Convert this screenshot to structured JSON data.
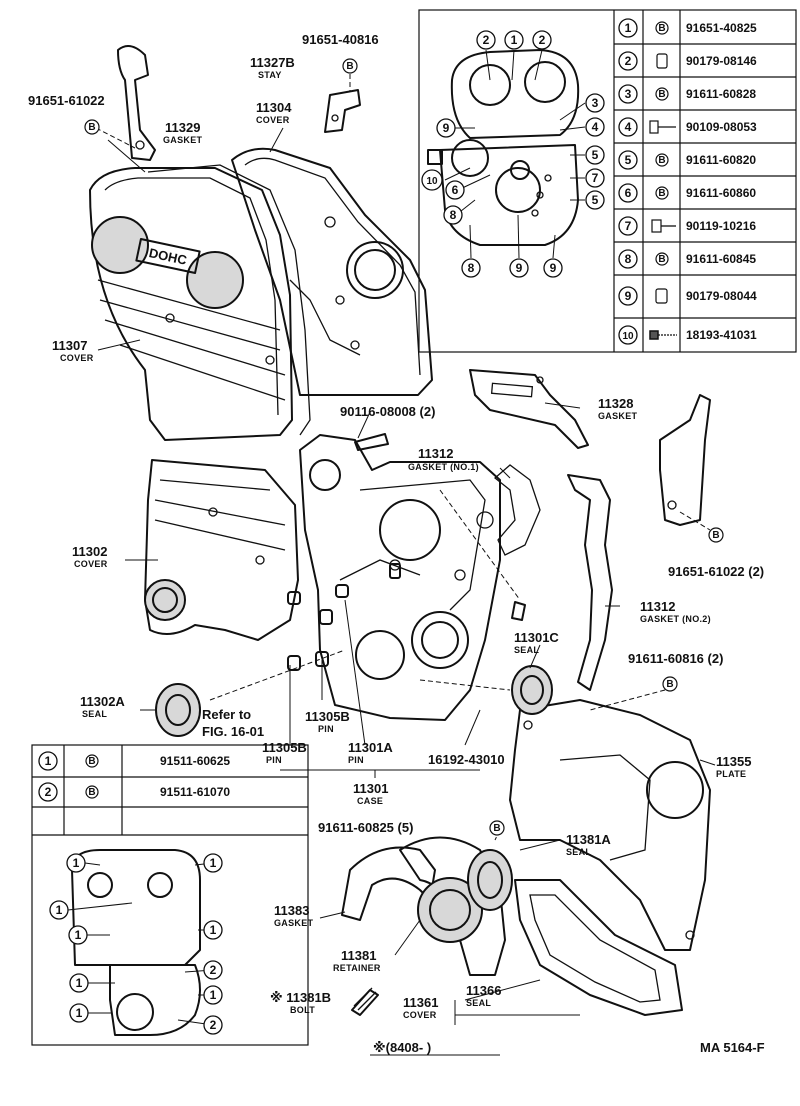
{
  "callouts": {
    "c91651_40816": "91651-40816",
    "c11327B": "11327B",
    "stay": "STAY",
    "c91651_61022": "91651-61022",
    "c11304": "11304",
    "cover_11304": "COVER",
    "c11329": "11329",
    "gasket_11329": "GASKET",
    "c11307": "11307",
    "cover_11307": "COVER",
    "c90116": "90116-08008 (2)",
    "c11328": "11328",
    "gasket_11328": "GASKET",
    "c11312_1": "11312",
    "gasket_no1": "GASKET (NO.1)",
    "c91651_61022_2": "91651-61022 (2)",
    "c11302": "11302",
    "cover_11302": "COVER",
    "c11312_2": "11312",
    "gasket_no2": "GASKET (NO.2)",
    "c11301C": "11301C",
    "seal_11301C": "SEAL",
    "c91611_60816": "91611-60816 (2)",
    "c11302A": "11302A",
    "seal_11302A": "SEAL",
    "refer_to": "Refer to",
    "fig": "FIG. 16-01",
    "c11305B_a": "11305B",
    "pin_a": "PIN",
    "c11305B_b": "11305B",
    "pin_b": "PIN",
    "c11301A": "11301A",
    "pin_c": "PIN",
    "c16192": "16192-43010",
    "c11301": "11301",
    "case": "CASE",
    "c11355": "11355",
    "plate": "PLATE",
    "c91611_60825": "91611-60825 (5)",
    "c11381A": "11381A",
    "seal_11381A": "SEAL",
    "c11383": "11383",
    "gasket_11383": "GASKET",
    "c11381": "11381",
    "retainer": "RETAINER",
    "c11381B": "※ 11381B",
    "bolt": "BOLT",
    "c11361": "11361",
    "cover_11361": "COVER",
    "c11366": "11366",
    "seal_11366": "SEAL",
    "production": "※(8408-      )",
    "figure_code": "MA  5164-F"
  },
  "markers": {
    "b": "B",
    "n1": "1",
    "n2": "2",
    "n3": "3",
    "n4": "4",
    "n5": "5",
    "n6": "6",
    "n7": "7",
    "n8": "8",
    "n9": "9",
    "n10": "10"
  },
  "bolt_table": [
    {
      "no": "1",
      "part": "91651-40825"
    },
    {
      "no": "2",
      "part": "90179-08146"
    },
    {
      "no": "3",
      "part": "91611-60828"
    },
    {
      "no": "4",
      "part": "90109-08053"
    },
    {
      "no": "5",
      "part": "91611-60820"
    },
    {
      "no": "6",
      "part": "91611-60860"
    },
    {
      "no": "7",
      "part": "90119-10216"
    },
    {
      "no": "8",
      "part": "91611-60845"
    },
    {
      "no": "9",
      "part": "90179-08044"
    },
    {
      "no": "10",
      "part": "18193-41031"
    }
  ],
  "small_table": [
    {
      "no": "1",
      "part": "91511-60625"
    },
    {
      "no": "2",
      "part": "91511-61070"
    }
  ],
  "engine_label": "DOHC"
}
